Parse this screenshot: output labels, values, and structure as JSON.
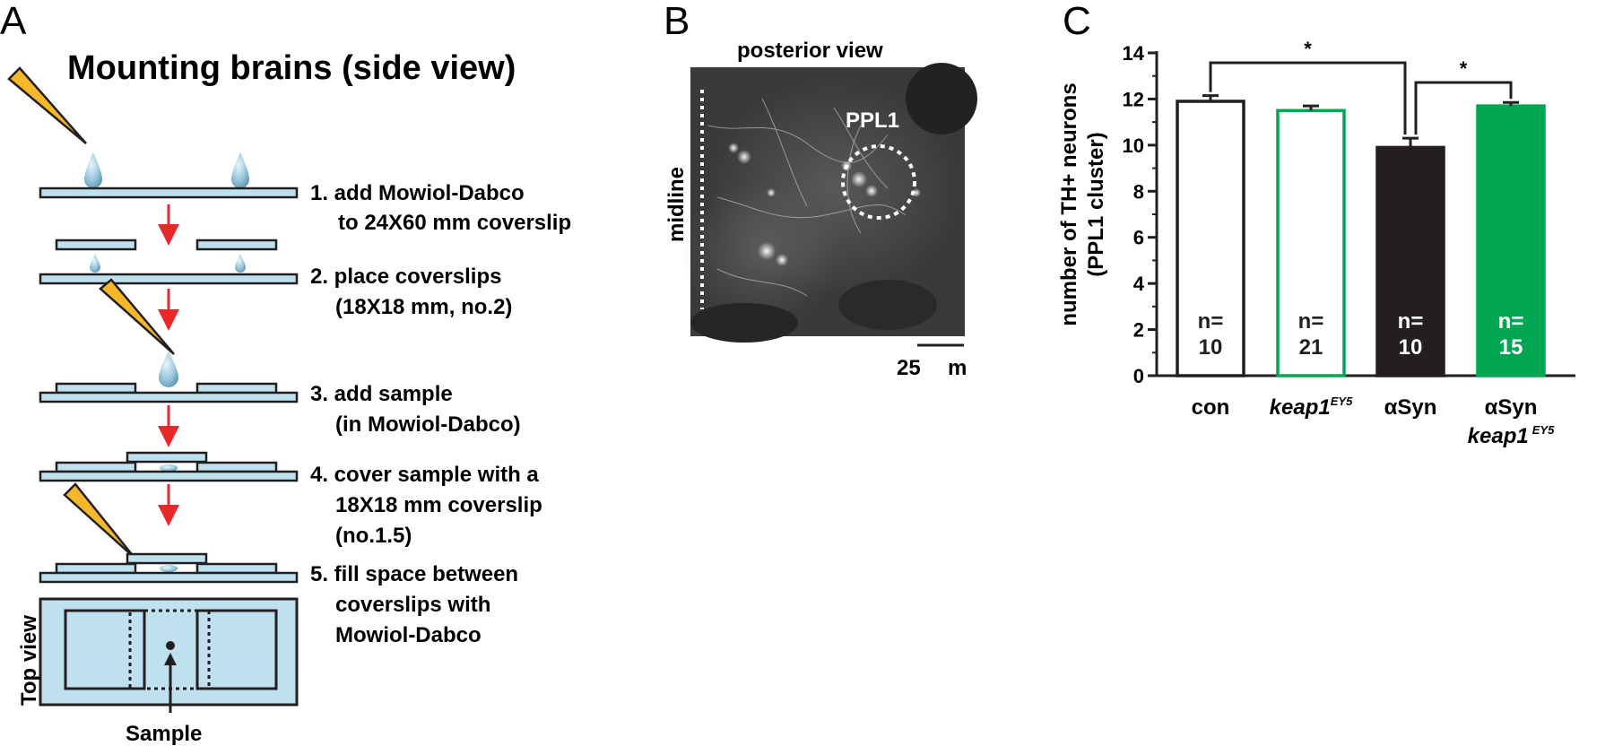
{
  "panel_a": {
    "label": "A",
    "title": "Mounting brains (side view)",
    "steps": [
      {
        "line1": "1. add Mowiol-Dabco",
        "line2": "to 24X60 mm coverslip"
      },
      {
        "line1": "2. place coverslips",
        "line2": "(18X18 mm, no.2)"
      },
      {
        "line1": "3. add sample",
        "line2": "(in Mowiol-Dabco)"
      },
      {
        "line1": "4. cover sample with a",
        "line2": "18X18 mm coverslip",
        "line3": "(no.1.5)"
      },
      {
        "line1": "5. fill space between",
        "line2": "coverslips with",
        "line3": "Mowiol-Dabco"
      }
    ],
    "top_view_label": "Top view",
    "sample_label": "Sample",
    "colors": {
      "glass": "#bfe0ee",
      "pipette": "#f5b82a",
      "arrow": "#e8282b",
      "drop": "#9cc9de"
    }
  },
  "panel_b": {
    "label": "B",
    "title": "posterior view",
    "midline_label": "midline",
    "cluster_label": "PPL1",
    "scale_value": "25",
    "scale_unit": "m"
  },
  "panel_c": {
    "label": "C",
    "ylabel_line1": "number of TH+ neurons",
    "ylabel_line2": "(PPL1 cluster)",
    "n_prefix": "n=",
    "significance": [
      "*",
      "*"
    ]
  },
  "chart_data": {
    "type": "bar",
    "ylabel": "number of TH+ neurons (PPL1 cluster)",
    "ylim": [
      0,
      14
    ],
    "yticks": [
      0,
      2,
      4,
      6,
      8,
      10,
      12,
      14
    ],
    "categories": [
      {
        "name": "con",
        "italic": "",
        "sup": "",
        "name2": ""
      },
      {
        "name": "",
        "italic": "keap1",
        "sup": "EY5",
        "name2": ""
      },
      {
        "name": "αSyn",
        "italic": "",
        "sup": "",
        "name2": ""
      },
      {
        "name": "αSyn",
        "italic": "keap1",
        "sup": "EY5",
        "name2": "line2"
      }
    ],
    "values": [
      11.9,
      11.5,
      9.9,
      11.7
    ],
    "errors": [
      0.25,
      0.2,
      0.4,
      0.15
    ],
    "n": [
      "10",
      "21",
      "10",
      "15"
    ],
    "fill": [
      "#ffffff",
      "#ffffff",
      "#231f20",
      "#00a651"
    ],
    "stroke": [
      "#231f20",
      "#00a651",
      "#231f20",
      "#00a651"
    ],
    "ntext": [
      "#231f20",
      "#231f20",
      "#ffffff",
      "#ffffff"
    ],
    "comparisons": [
      {
        "from": 0,
        "to": 2,
        "label": "*"
      },
      {
        "from": 2,
        "to": 3,
        "label": "*"
      }
    ]
  }
}
